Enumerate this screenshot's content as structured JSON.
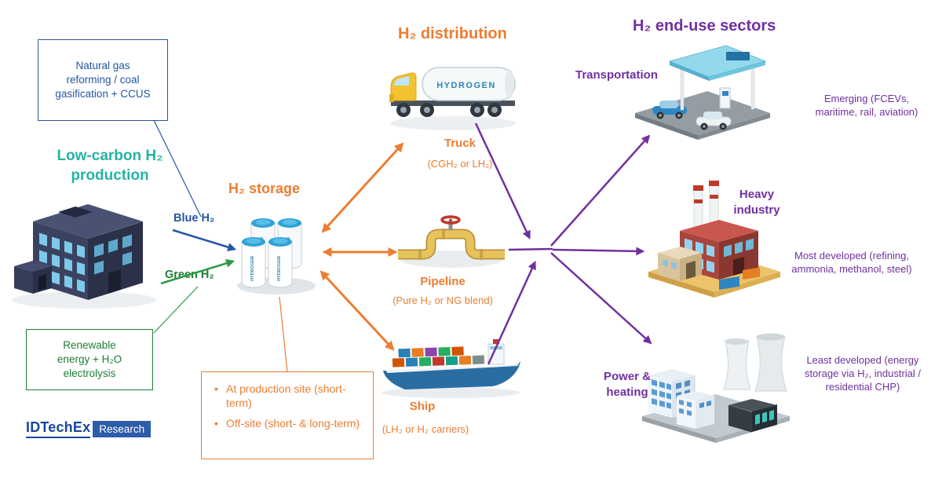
{
  "colors": {
    "orange": "#ED7D31",
    "purple": "#7030A0",
    "teal": "#26B3A4",
    "blue": "#2456A4",
    "green": "#1E7E34"
  },
  "production": {
    "title": "Low-carbon H₂ production",
    "pathway_blue_note": "Natural gas reforming / coal gasification + CCUS",
    "pathway_green_note": "Renewable energy + H₂O electrolysis",
    "blue_label": "Blue H₂",
    "green_label": "Green H₂"
  },
  "storage": {
    "title": "H₂ storage",
    "tank_label": "HYDROGEN",
    "notes": [
      "At production site (short-term)",
      "Off-site (short- & long-term)"
    ]
  },
  "distribution": {
    "title": "H₂ distribution",
    "truck": {
      "name": "Truck",
      "detail": "(CGH₂ or LH₂)",
      "tank_label": "HYDROGEN"
    },
    "pipeline": {
      "name": "Pipeline",
      "detail": "(Pure H₂ or NG blend)"
    },
    "ship": {
      "name": "Ship",
      "detail": "(LH₂ or H₂ carriers)"
    }
  },
  "end_use": {
    "title": "H₂ end-use sectors",
    "transportation": {
      "name": "Transportation",
      "status": "Emerging (FCEVs, maritime, rail, aviation)"
    },
    "heavy_industry": {
      "name": "Heavy industry",
      "status": "Most developed (refining, ammonia, methanol, steel)"
    },
    "power_heating": {
      "name": "Power & heating",
      "status": "Least developed (energy storage via H₂, industrial / residential CHP)"
    }
  },
  "logo": {
    "brand": "IDTechEx",
    "suffix": "Research"
  }
}
